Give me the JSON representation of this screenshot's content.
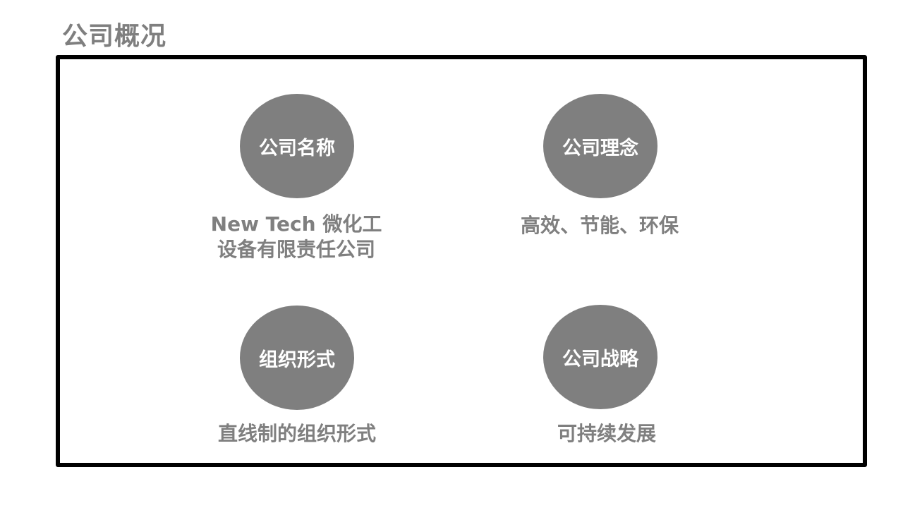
{
  "title": "公司概况",
  "colors": {
    "circle": "#7f7f7f",
    "text": "#7f7f7f",
    "frame": "#000000"
  },
  "items": [
    {
      "heading": "公司名称",
      "desc_line1": "New Tech 微化工",
      "desc_line2": "设备有限责任公司"
    },
    {
      "heading": "公司理念",
      "desc_line1": "高效、节能、环保"
    },
    {
      "heading": "组织形式",
      "desc_line1": "直线制的组织形式"
    },
    {
      "heading": "公司战略",
      "desc_line1": "可持续发展"
    }
  ]
}
